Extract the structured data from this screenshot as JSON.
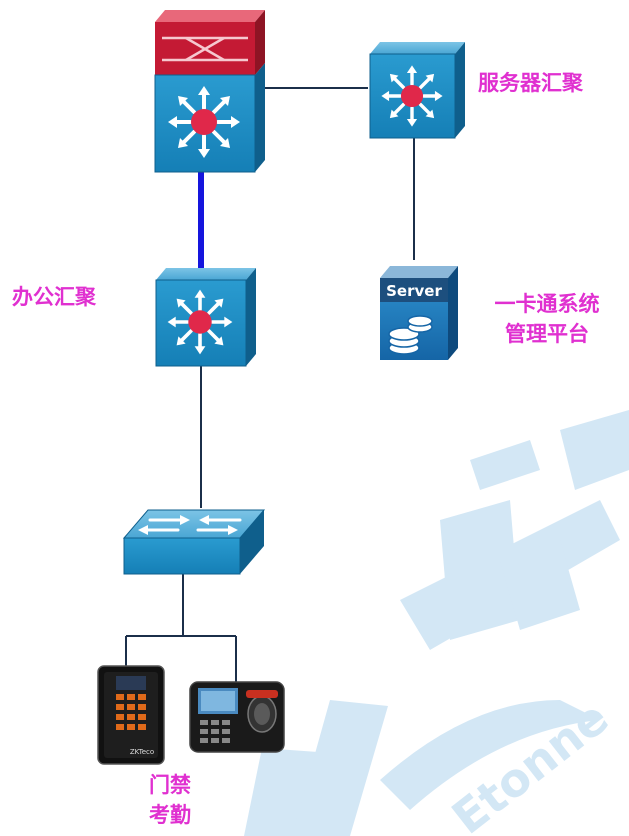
{
  "labels": {
    "server_aggregation": "服务器汇聚",
    "office_aggregation": "办公汇聚",
    "platform_line1": "一卡通系统",
    "platform_line2": "管理平台",
    "terminals_line1": "门禁",
    "terminals_line2": "考勤"
  },
  "server_icon_text": "Server",
  "device_brand_text": "ZKTeco",
  "watermark": {
    "brand_en": "Etonne"
  },
  "colors": {
    "label": "#e030d0",
    "device_blue": "#1a8fc4",
    "core_link": "#1515dd",
    "firewall_red": "#c41a34",
    "router_dot": "#e0284a",
    "watermark": "#d3e7f5"
  }
}
